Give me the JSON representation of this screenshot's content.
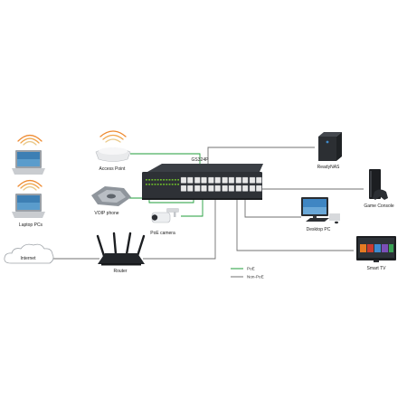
{
  "switch_model": "GS324P",
  "colors": {
    "poe": "#1f9e3a",
    "non_poe": "#707070",
    "chassis": "#2e3136",
    "led": "#6fbf2a",
    "port": "#e8e8e8"
  },
  "devices": {
    "laptop_pcs": "Laptop PCs",
    "access_point": "Access Point",
    "voip_phone": "VOIP phone",
    "poe_camera": "PoE camera",
    "internet": "Internet",
    "router": "Router",
    "readynas": "ReadyNAS",
    "game_console": "Game Console",
    "desktop_pc": "Desktop PC",
    "smart_tv": "Smart TV"
  },
  "legend": {
    "poe": "PoE",
    "non_poe": "Non-PoE"
  },
  "icons": [
    "wifi-signal-icon",
    "laptop-icon",
    "access-point-icon",
    "voip-phone-icon",
    "camera-icon",
    "cloud-icon",
    "router-icon",
    "nas-icon",
    "game-console-icon",
    "desktop-pc-icon",
    "tv-icon"
  ]
}
